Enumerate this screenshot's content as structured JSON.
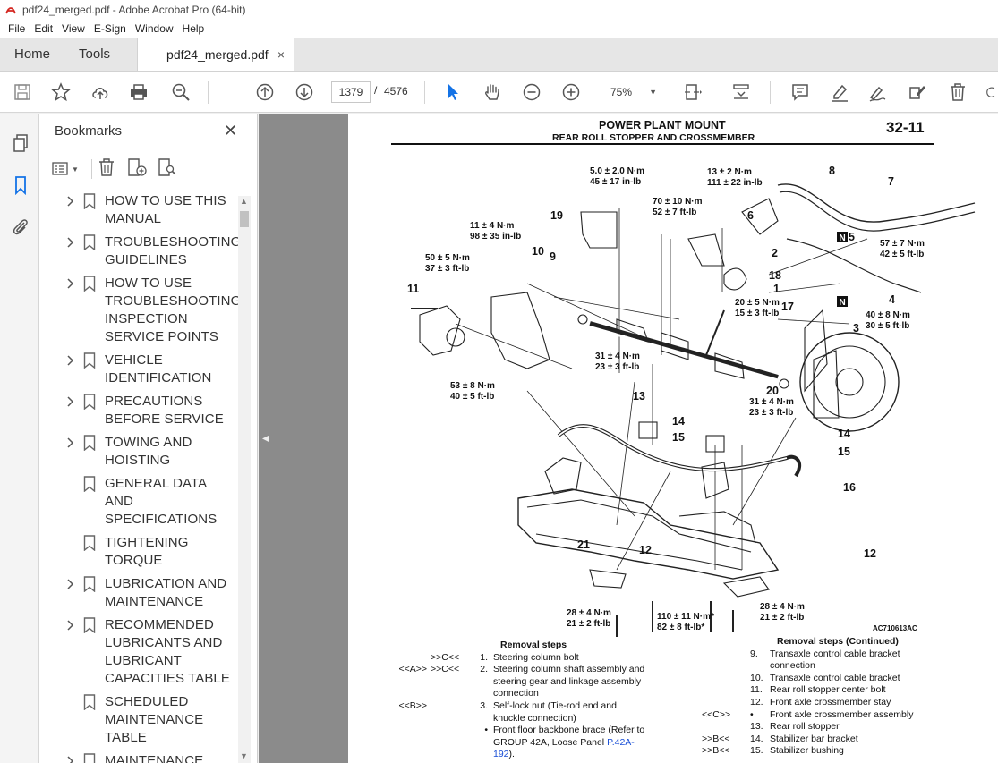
{
  "window": {
    "title": "pdf24_merged.pdf - Adobe Acrobat Pro (64-bit)"
  },
  "menu": [
    "File",
    "Edit",
    "View",
    "E-Sign",
    "Window",
    "Help"
  ],
  "tabs": {
    "home": "Home",
    "tools": "Tools",
    "document": "pdf24_merged.pdf",
    "close": "×"
  },
  "toolbar": {
    "page_current": "1379",
    "page_sep": "/",
    "page_total": "4576",
    "zoom": "75%"
  },
  "bookmarks": {
    "title": "Bookmarks",
    "close": "✕",
    "items": [
      {
        "label": "HOW TO USE THIS MANUAL",
        "expandable": true
      },
      {
        "label": "TROUBLESHOOTING GUIDELINES",
        "expandable": true
      },
      {
        "label": "HOW TO USE TROUBLESHOOTING/ INSPECTION SERVICE POINTS",
        "expandable": true
      },
      {
        "label": "VEHICLE IDENTIFICATION",
        "expandable": true
      },
      {
        "label": "PRECAUTIONS BEFORE SERVICE",
        "expandable": true
      },
      {
        "label": "TOWING AND HOISTING",
        "expandable": true
      },
      {
        "label": "GENERAL DATA AND SPECIFICATIONS",
        "expandable": false
      },
      {
        "label": "TIGHTENING TORQUE",
        "expandable": false
      },
      {
        "label": "LUBRICATION AND MAINTENANCE",
        "expandable": true
      },
      {
        "label": "RECOMMENDED LUBRICANTS AND LUBRICANT CAPACITIES TABLE",
        "expandable": true
      },
      {
        "label": "SCHEDULED MAINTENANCE TABLE",
        "expandable": false
      },
      {
        "label": "MAINTENANCE SERVICE",
        "expandable": true
      }
    ]
  },
  "page": {
    "header_title": "POWER PLANT MOUNT",
    "header_subtitle": "REAR ROLL STOPPER AND CROSSMEMBER",
    "page_number": "32-11",
    "diagram": {
      "code": "AC710613AC",
      "torques": [
        {
          "nm": "5.0 ± 2.0 N·m",
          "imp": "45 ± 17 in-lb"
        },
        {
          "nm": "13 ± 2 N·m",
          "imp": "111 ± 22 in-lb"
        },
        {
          "nm": "70 ± 10 N·m",
          "imp": "52 ± 7 ft-lb"
        },
        {
          "nm": "11 ± 4 N·m",
          "imp": "98 ± 35 in-lb"
        },
        {
          "nm": "50 ± 5 N·m",
          "imp": "37 ± 3 ft-lb"
        },
        {
          "nm": "57 ± 7 N·m",
          "imp": "42 ± 5 ft-lb"
        },
        {
          "nm": "20 ± 5 N·m",
          "imp": "15 ± 3 ft-lb"
        },
        {
          "nm": "40 ± 8 N·m",
          "imp": "30 ± 5 ft-lb"
        },
        {
          "nm": "31 ± 4 N·m",
          "imp": "23 ± 3 ft-lb"
        },
        {
          "nm": "53 ± 8 N·m",
          "imp": "40 ± 5 ft-lb"
        },
        {
          "nm": "31 ± 4 N·m",
          "imp": "23 ± 3 ft-lb"
        },
        {
          "nm": "28 ± 4 N·m",
          "imp": "21 ± 2 ft-lb"
        },
        {
          "nm": "110 ± 11 N·m*",
          "imp": "82 ± 8 ft-lb*"
        },
        {
          "nm": "28 ± 4 N·m",
          "imp": "21 ± 2 ft-lb"
        }
      ],
      "callouts": [
        "8",
        "7",
        "6",
        "5",
        "2",
        "1",
        "4",
        "3",
        "19",
        "18",
        "17",
        "11",
        "10",
        "9",
        "13",
        "20",
        "14",
        "15",
        "14",
        "15",
        "16",
        "21",
        "12",
        "12"
      ],
      "n_markers": [
        "N",
        "N"
      ]
    },
    "steps_left": {
      "heading": "Removal steps",
      "rows": [
        {
          "m1": "",
          "m2": ">>C<<",
          "num": "1.",
          "text": "Steering column bolt"
        },
        {
          "m1": "<<A>>",
          "m2": ">>C<<",
          "num": "2.",
          "text": "Steering column shaft assembly and steering gear and linkage assembly connection"
        },
        {
          "m1": "<<B>>",
          "m2": "",
          "num": "3.",
          "text": "Self-lock nut (Tie-rod end and knuckle connection)"
        },
        {
          "m1": "",
          "m2": "",
          "num": "•",
          "text": "Front floor backbone brace (Refer to GROUP 42A, Loose Panel",
          "link": "P.42A-192",
          "after": ")."
        }
      ]
    },
    "steps_right": {
      "heading": "Removal steps (Continued)",
      "rows": [
        {
          "m1": "",
          "num": "9.",
          "text": "Transaxle control cable bracket connection"
        },
        {
          "m1": "",
          "num": "10.",
          "text": "Transaxle control cable bracket"
        },
        {
          "m1": "",
          "num": "11.",
          "text": "Rear roll stopper center bolt"
        },
        {
          "m1": "",
          "num": "12.",
          "text": "Front axle crossmember stay"
        },
        {
          "m1": "<<C>>",
          "num": "•",
          "text": "Front axle crossmember assembly"
        },
        {
          "m1": "",
          "num": "13.",
          "text": "Rear roll stopper"
        },
        {
          "m1": ">>B<<",
          "num": "14.",
          "text": "Stabilizer bar bracket"
        },
        {
          "m1": ">>B<<",
          "num": "15.",
          "text": "Stabilizer bushing"
        }
      ]
    }
  }
}
